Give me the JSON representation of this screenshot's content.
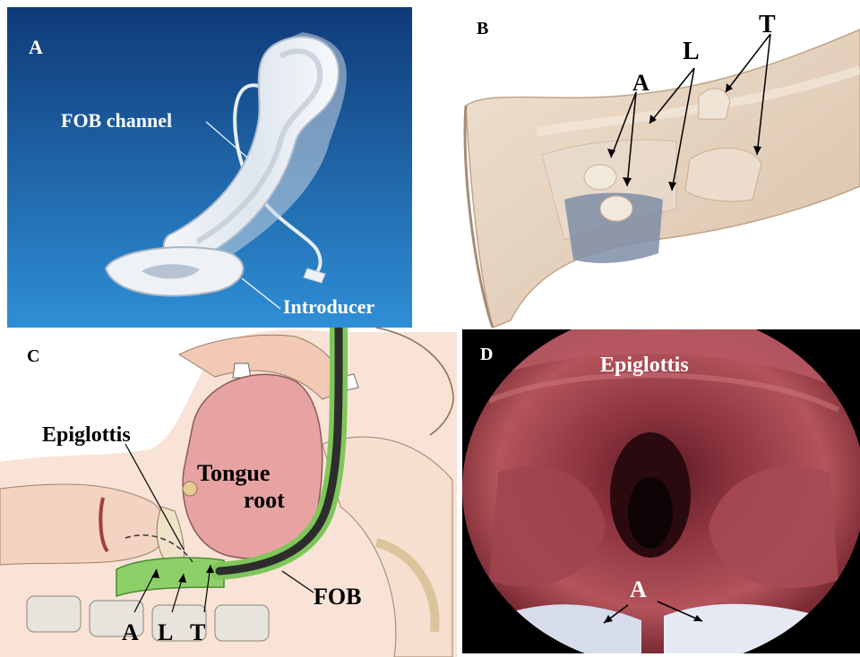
{
  "panels": {
    "a": {
      "letter": "A",
      "labels": {
        "fob_channel": "FOB channel",
        "introducer": "Introducer"
      }
    },
    "b": {
      "letter": "B",
      "labels": {
        "a": "A",
        "l": "L",
        "t": "T"
      }
    },
    "c": {
      "letter": "C",
      "labels": {
        "epiglottis": "Epiglottis",
        "tongue_root_1": "Tongue",
        "tongue_root_2": "root",
        "fob": "FOB",
        "a": "A",
        "l": "L",
        "t": "T"
      }
    },
    "d": {
      "letter": "D",
      "labels": {
        "epiglottis": "Epiglottis",
        "a": "A"
      }
    }
  },
  "colors": {
    "panel_a_bg_top": "#0f3a78",
    "panel_a_bg_bottom": "#2f8fd6",
    "device_translucent": "#e9eef5",
    "panel_b_tissue": "#e6d3bf",
    "panel_c_skin": "#f5d6c6",
    "panel_c_tongue": "#e9a9a6",
    "panel_c_airway_green": "#7fc65a",
    "panel_d_mucosa": "#a6434c"
  }
}
